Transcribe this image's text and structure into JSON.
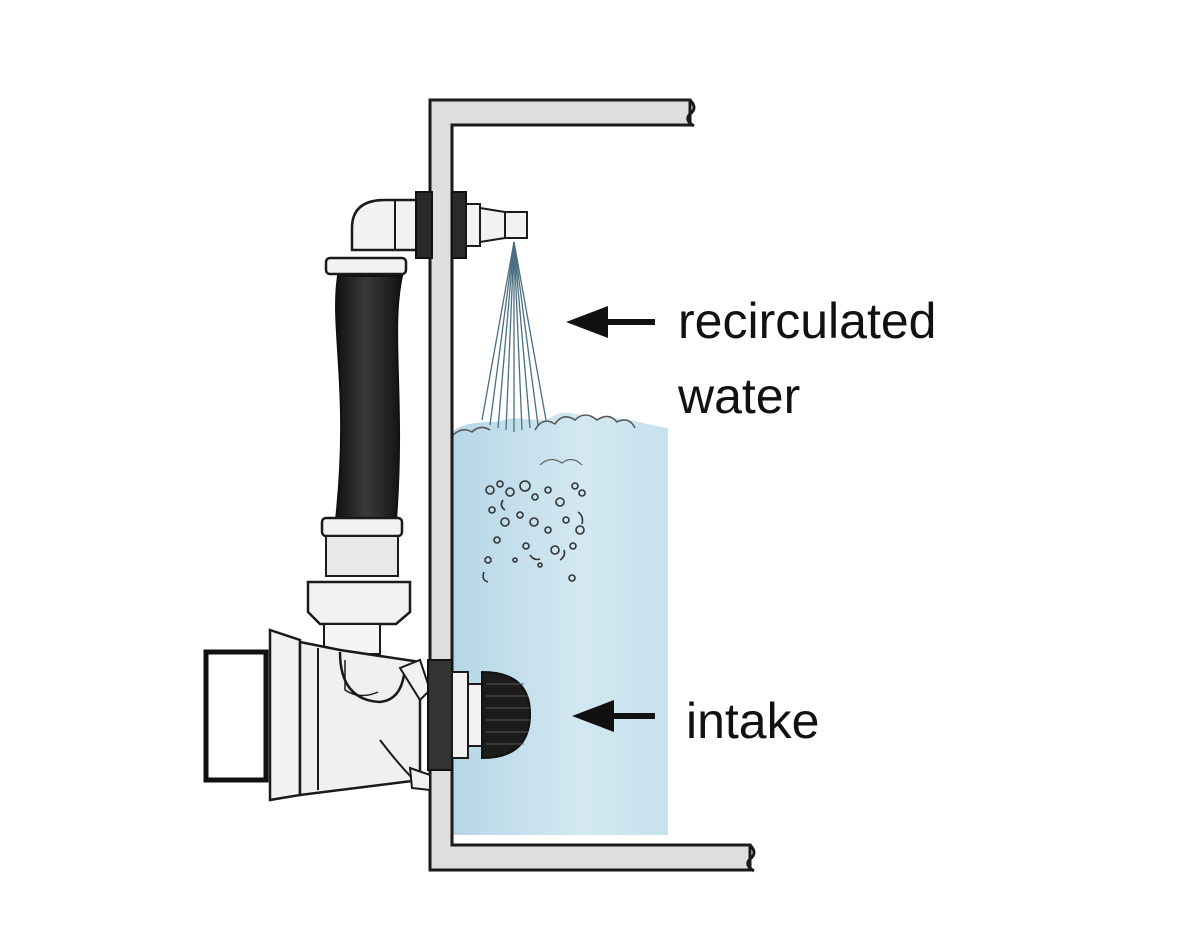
{
  "labels": {
    "recirculated": "recirculated",
    "water": "water",
    "intake": "intake"
  },
  "colors": {
    "water": "#c4e0ec",
    "water_light": "#e3f1f7",
    "wall_fill": "#dedede",
    "outline": "#1a1a1a",
    "hose": "#262626",
    "fitting": "#f2f2f2"
  },
  "icons": {
    "arrow_recirculated": "left-arrow-icon",
    "arrow_intake": "left-arrow-icon"
  }
}
